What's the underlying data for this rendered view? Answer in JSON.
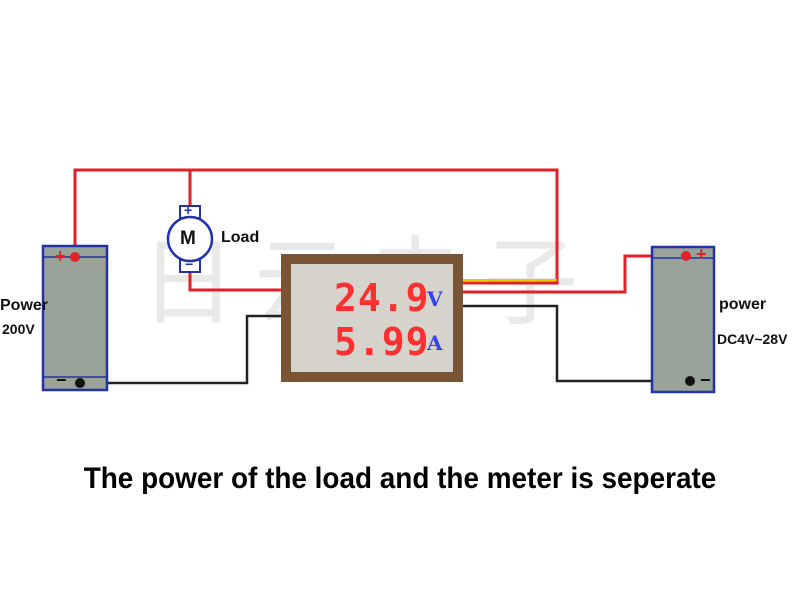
{
  "left_source": {
    "label": "Power",
    "voltage": "200V",
    "plus": "+",
    "minus": "−"
  },
  "right_source": {
    "label": "power",
    "voltage": "DC4V~28V",
    "plus": "+",
    "minus": "−"
  },
  "load": {
    "label": "Load",
    "motor_symbol": "M",
    "plus": "+",
    "minus": "−"
  },
  "meter": {
    "voltage_reading": "24.9",
    "current_reading": "5.99",
    "voltage_unit": "V",
    "current_unit": "A"
  },
  "caption": "The power of the load and the meter is seperate",
  "watermark": "日云电子",
  "colors": {
    "wire_red": "#e0202a",
    "wire_black": "#222222",
    "wire_yellow": "#e8c800",
    "battery_fill": "#9aa39a",
    "battery_border": "#2233aa",
    "meter_frame": "#7a5535",
    "meter_screen": "#d6d2cc",
    "digit_red": "#ff3030",
    "unit_blue": "#3344ee"
  }
}
